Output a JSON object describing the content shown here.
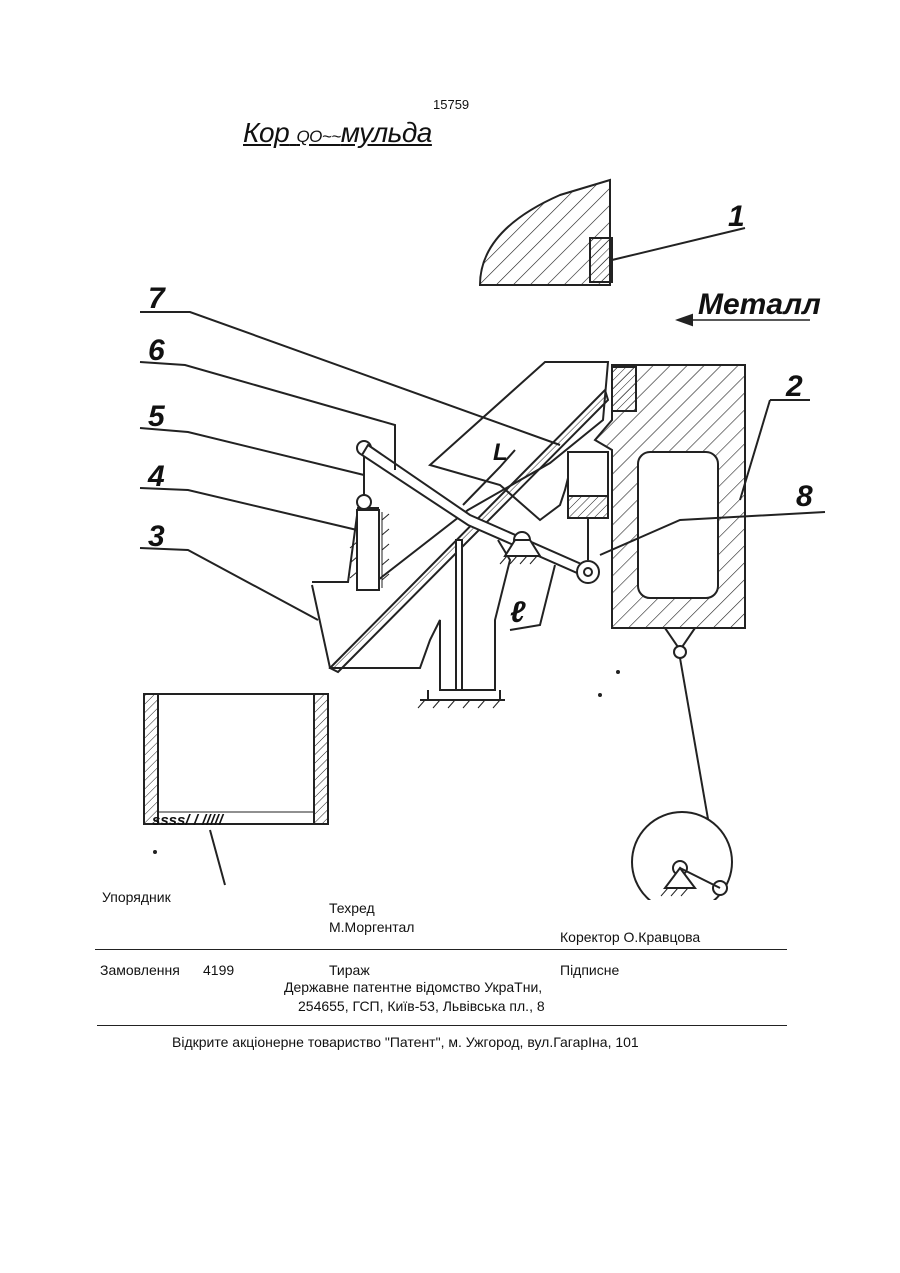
{
  "header": {
    "patent_number": "15759",
    "title_main": "Кор",
    "title_small": "QO~~",
    "title_rest": "мульда"
  },
  "figure": {
    "labels": {
      "n1": "1",
      "n2": "2",
      "n3": "3",
      "n4": "4",
      "n5": "5",
      "n6": "6",
      "n7": "7",
      "n8": "8",
      "L": "L",
      "l": "ℓ",
      "metal": "Металл",
      "hatch_text": "ssss/ / /////"
    }
  },
  "imprint": {
    "compiler": "Упорядник",
    "techred_label": "Техред",
    "techred_name": "М.Моргентал",
    "corrector": "Коректор О.Кравцова",
    "order_label": "Замовлення",
    "order_number": "4199",
    "circulation": "Тираж",
    "subscription": "Підписне",
    "office_line1": "Державне патентне відомство УкраТни,",
    "office_line2": "254655, ГСП, Київ-53, Львівська пл., 8",
    "publisher": "Відкрите акціонерне товариство \"Патент\", м. Ужгород, вул.ГагарІна, 101"
  }
}
